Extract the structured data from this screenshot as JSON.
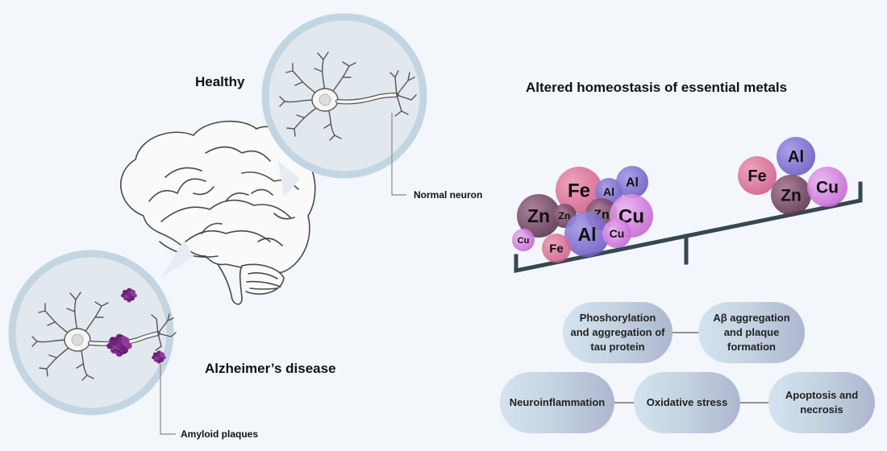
{
  "labels": {
    "healthy": "Healthy",
    "alzheimers": "Alzheimer’s disease",
    "normal_neuron": "Normal neuron",
    "amyloid_plaques": "Amyloid plaques",
    "metals_title": "Altered homeostasis of essential metals"
  },
  "metals": {
    "left_pile": [
      "Fe",
      "Al",
      "Al",
      "Zn",
      "Zn",
      "Zn",
      "Cu",
      "Al",
      "Cu",
      "Cu",
      "Fe"
    ],
    "right_pile": [
      "Al",
      "Fe",
      "Zn",
      "Cu"
    ]
  },
  "effects": {
    "tau": "Phoshorylation and aggregation of tau protein",
    "abeta": "Aβ aggregation and plaque formation",
    "neuroinflammation": "Neuroinflammation",
    "oxidative": "Oxidative stress",
    "apoptosis": "Apoptosis and necrosis"
  },
  "colors": {
    "background": "#f3f6fa",
    "circle_fill": "#e2e9ee",
    "circle_ring": "#c3d5e1",
    "Fe": "#d9668f",
    "Al": "#7563c8",
    "Zn": "#6a3e58",
    "Cu": "#cf78d6",
    "plaque": "#7a2a86"
  },
  "icons": [
    "brain-icon",
    "neuron-icon",
    "plaque-icon",
    "balance-scale-icon"
  ]
}
